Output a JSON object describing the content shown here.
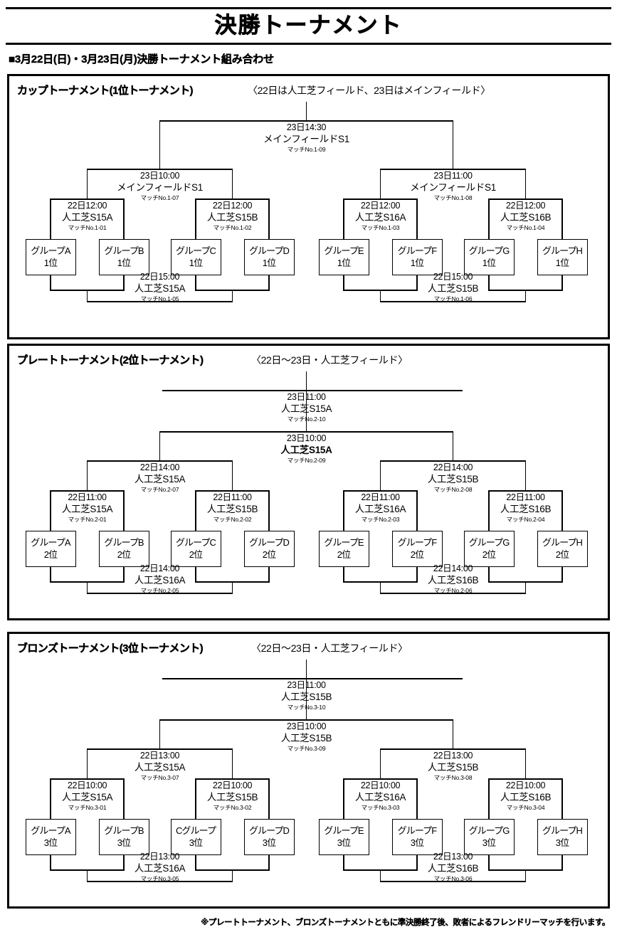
{
  "page": {
    "title": "決勝トーナメント",
    "subhead": "■3月22日(日)・3月23日(月)決勝トーナメント組み合わせ",
    "footnote": "※プレートトーナメント、ブロンズトーナメントともに準決勝終了後、敗者によるフレンドリーマッチを行います。"
  },
  "sections": [
    {
      "id": "cup",
      "title": "カップトーナメント(1位トーナメント)",
      "venue": "〈22日は人工芝フィールド、23日はメインフィールド〉",
      "teams": [
        {
          "group": "グループA",
          "rank": "1位"
        },
        {
          "group": "グループB",
          "rank": "1位"
        },
        {
          "group": "グループC",
          "rank": "1位"
        },
        {
          "group": "グループD",
          "rank": "1位"
        },
        {
          "group": "グループE",
          "rank": "1位"
        },
        {
          "group": "グループF",
          "rank": "1位"
        },
        {
          "group": "グループG",
          "rank": "1位"
        },
        {
          "group": "グループH",
          "rank": "1位"
        }
      ],
      "quarters": [
        {
          "time": "22日12:00",
          "venue": "人工芝S15A",
          "no": "マッチNo.1-01"
        },
        {
          "time": "22日12:00",
          "venue": "人工芝S15B",
          "no": "マッチNo.1-02"
        },
        {
          "time": "22日12:00",
          "venue": "人工芝S16A",
          "no": "マッチNo.1-03"
        },
        {
          "time": "22日12:00",
          "venue": "人工芝S16B",
          "no": "マッチNo.1-04"
        }
      ],
      "semis": [
        {
          "time": "23日10:00",
          "venue": "メインフィールドS1",
          "no": "マッチNo.1-07"
        },
        {
          "time": "23日11:00",
          "venue": "メインフィールドS1",
          "no": "マッチNo.1-08"
        }
      ],
      "final": {
        "time": "23日14:30",
        "venue": "メインフィールドS1",
        "no": "マッチNo.1-09"
      },
      "consolation": [
        {
          "time": "22日15:00",
          "venue": "人工芝S15A",
          "no": "マッチNo.1-05"
        },
        {
          "time": "22日15:00",
          "venue": "人工芝S15B",
          "no": "マッチNo.1-06"
        }
      ]
    },
    {
      "id": "plate",
      "title": "プレートトーナメント(2位トーナメント)",
      "venue": "〈22日〜23日・人工芝フィールド〉",
      "teams": [
        {
          "group": "グループA",
          "rank": "2位"
        },
        {
          "group": "グループB",
          "rank": "2位"
        },
        {
          "group": "グループC",
          "rank": "2位"
        },
        {
          "group": "グループD",
          "rank": "2位"
        },
        {
          "group": "グループE",
          "rank": "2位"
        },
        {
          "group": "グループF",
          "rank": "2位"
        },
        {
          "group": "グループG",
          "rank": "2位"
        },
        {
          "group": "グループH",
          "rank": "2位"
        }
      ],
      "quarters": [
        {
          "time": "22日11:00",
          "venue": "人工芝S15A",
          "no": "マッチNo.2-01"
        },
        {
          "time": "22日11:00",
          "venue": "人工芝S15B",
          "no": "マッチNo.2-02"
        },
        {
          "time": "22日11:00",
          "venue": "人工芝S16A",
          "no": "マッチNo.2-03"
        },
        {
          "time": "22日11:00",
          "venue": "人工芝S16B",
          "no": "マッチNo.2-04"
        }
      ],
      "semis": [
        {
          "time": "22日14:00",
          "venue": "人工芝S15A",
          "no": "マッチNo.2-07"
        },
        {
          "time": "22日14:00",
          "venue": "人工芝S15B",
          "no": "マッチNo.2-08"
        }
      ],
      "thirdplace": {
        "time": "23日10:00",
        "venue": "人工芝S15A",
        "no": "マッチNo.2-09",
        "bold": true
      },
      "final": {
        "time": "23日11:00",
        "venue": "人工芝S15A",
        "no": "マッチNo.2-10"
      },
      "consolation": [
        {
          "time": "22日14:00",
          "venue": "人工芝S16A",
          "no": "マッチNo.2-05"
        },
        {
          "time": "22日14:00",
          "venue": "人工芝S16B",
          "no": "マッチNo.2-06"
        }
      ]
    },
    {
      "id": "bronze",
      "title": "ブロンズトーナメント(3位トーナメント)",
      "venue": "〈22日〜23日・人工芝フィールド〉",
      "teams": [
        {
          "group": "グループA",
          "rank": "3位"
        },
        {
          "group": "グループB",
          "rank": "3位"
        },
        {
          "group": "Cグループ",
          "rank": "3位"
        },
        {
          "group": "グループD",
          "rank": "3位"
        },
        {
          "group": "グループE",
          "rank": "3位"
        },
        {
          "group": "グループF",
          "rank": "3位"
        },
        {
          "group": "グループG",
          "rank": "3位"
        },
        {
          "group": "グループH",
          "rank": "3位"
        }
      ],
      "quarters": [
        {
          "time": "22日10:00",
          "venue": "人工芝S15A",
          "no": "マッチNo.3-01"
        },
        {
          "time": "22日10:00",
          "venue": "人工芝S15B",
          "no": "マッチNo.3-02"
        },
        {
          "time": "22日10:00",
          "venue": "人工芝S16A",
          "no": "マッチNo.3-03"
        },
        {
          "time": "22日10:00",
          "venue": "人工芝S16B",
          "no": "マッチNo.3-04"
        }
      ],
      "semis": [
        {
          "time": "22日13:00",
          "venue": "人工芝S15A",
          "no": "マッチNo.3-07"
        },
        {
          "time": "22日13:00",
          "venue": "人工芝S15B",
          "no": "マッチNo.3-08"
        }
      ],
      "thirdplace": {
        "time": "23日10:00",
        "venue": "人工芝S15B",
        "no": "マッチNo.3-09",
        "bold": false
      },
      "final": {
        "time": "23日11:00",
        "venue": "人工芝S15B",
        "no": "マッチNo.3-10"
      },
      "consolation": [
        {
          "time": "22日13:00",
          "venue": "人工芝S16A",
          "no": "マッチNo.3-05"
        },
        {
          "time": "22日13:00",
          "venue": "人工芝S16B",
          "no": "マッチNo.3-06"
        }
      ]
    }
  ]
}
